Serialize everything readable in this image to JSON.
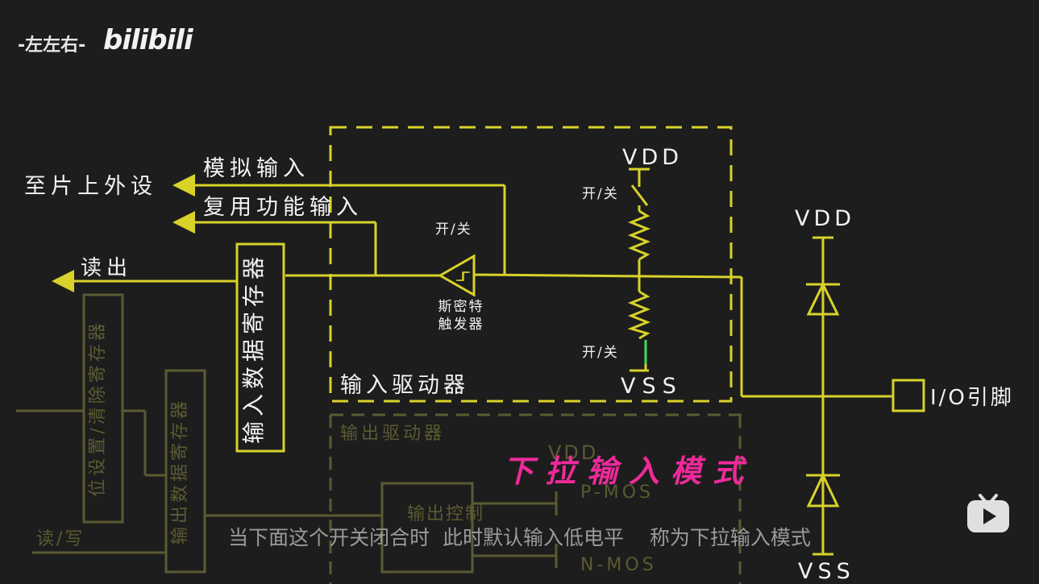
{
  "watermark": {
    "channel": "-左左右-",
    "logo": "bilibili"
  },
  "diagram": {
    "to_peripheral": "至片上外设",
    "analog_input": "模拟输入",
    "alt_function_input": "复用功能输入",
    "read_out": "读出",
    "input_data_register": "输入数据寄存器",
    "switch_label": "开/关",
    "schmitt_line1": "斯密特",
    "schmitt_line2": "触发器",
    "vdd": "VDD",
    "vss": "VSS",
    "input_driver": "输入驱动器",
    "output_driver": "输出驱动器",
    "io_pin": "I/O引脚",
    "set_clear_register": "位设置/清除寄存器",
    "output_data_register": "输出数据寄存器",
    "read_write": "读/写",
    "output_control": "输出控制",
    "pmos": "P-MOS",
    "nmos": "N-MOS",
    "mode_title": "下拉输入模式"
  },
  "subtitle": "当下面这个开关闭合时  此时默认输入低电平    称为下拉输入模式",
  "colors": {
    "wire": "#d8d22a",
    "accent_title": "#ee2a9a",
    "switch_closed": "#3ee05a",
    "dim": "#5b5a32",
    "background": "#1d1d1d"
  },
  "icons": {
    "player": "tv-icon"
  }
}
